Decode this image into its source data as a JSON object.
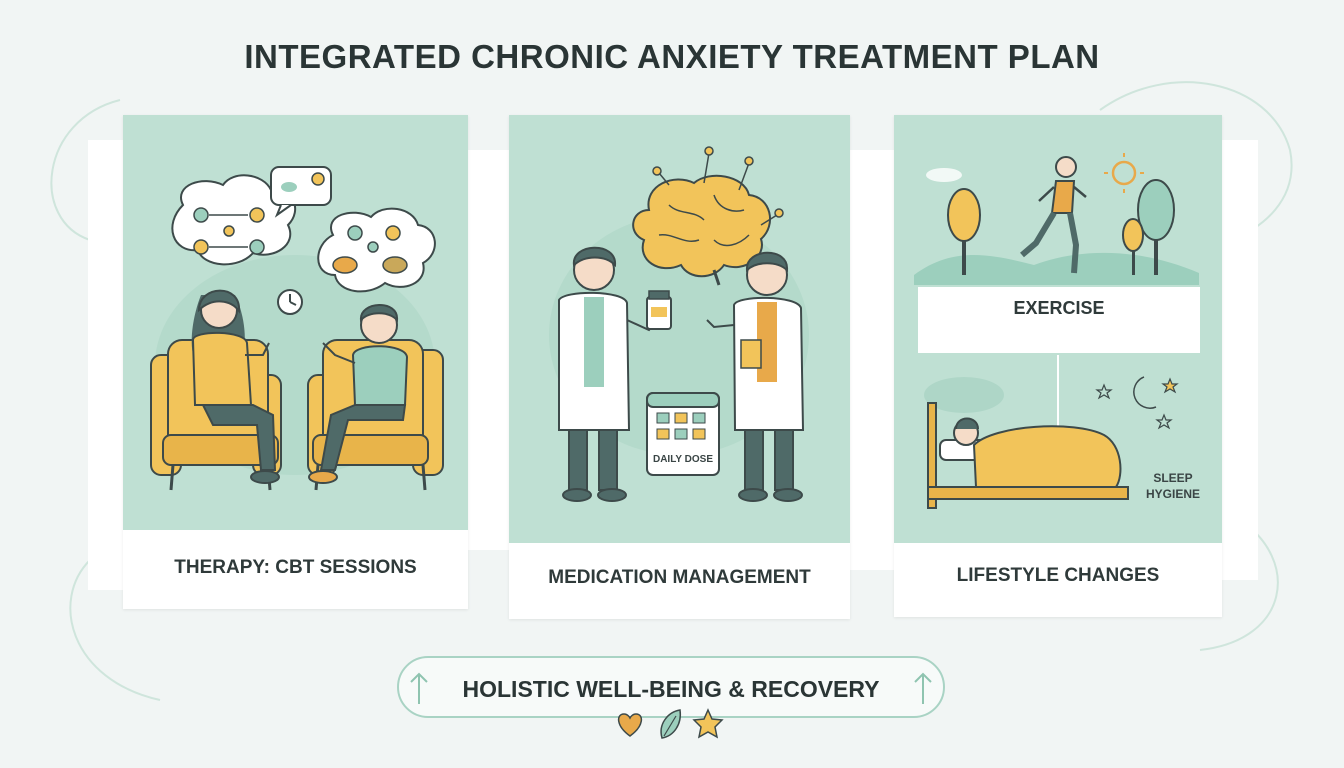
{
  "title": "INTEGRATED CHRONIC ANXIETY TREATMENT PLAN",
  "panels": {
    "therapy": {
      "label": "THERAPY: CBT SESSIONS"
    },
    "medication": {
      "label": "MEDICATION MANAGEMENT",
      "calendar_label": "DAILY DOSE"
    },
    "lifestyle": {
      "label": "LIFESTYLE CHANGES",
      "exercise_label": "EXERCISE",
      "sleep_label_line1": "SLEEP",
      "sleep_label_line2": "HYGIENE"
    }
  },
  "banner": {
    "text": "HOLISTIC WELL-BEING & RECOVERY"
  },
  "icons": [
    "clock-icon",
    "brain-icon",
    "pill-bottle-icon",
    "calendar-icon",
    "sun-icon",
    "moon-icon",
    "heart-icon",
    "leaf-icon",
    "star-icon",
    "arrow-up-icon"
  ],
  "colors": {
    "mint": "#bfe0d3",
    "mint_dark": "#9ccfbd",
    "yellow": "#f2c45a",
    "orange": "#e8a94a",
    "teal_dark": "#4f6a68",
    "outline": "#3d4a4a"
  }
}
